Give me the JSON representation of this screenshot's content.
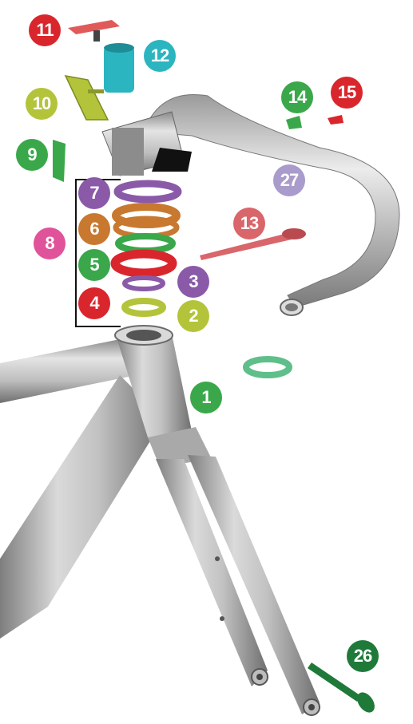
{
  "callouts": [
    {
      "label": "11",
      "color": "#d9262c",
      "part": "headset-top-bolt"
    },
    {
      "label": "12",
      "color": "#2bb5c0",
      "part": "expander-plug"
    },
    {
      "label": "10",
      "color": "#b3c43a",
      "part": "stem-clamp-bracket"
    },
    {
      "label": "9",
      "color": "#3aa84a",
      "part": "cable-guide-clip"
    },
    {
      "label": "7",
      "color": "#8a5aa8",
      "part": "top-spacer"
    },
    {
      "label": "6",
      "color": "#c8782f",
      "part": "cable-routing-spacer"
    },
    {
      "label": "8",
      "color": "#e0529a",
      "part": "headset-stack"
    },
    {
      "label": "5",
      "color": "#3aa84a",
      "part": "spacer-ring"
    },
    {
      "label": "4",
      "color": "#d9262c",
      "part": "headset-cover"
    },
    {
      "label": "3",
      "color": "#8a5aa8",
      "part": "compression-ring"
    },
    {
      "label": "2",
      "color": "#b3c43a",
      "part": "top-bearing"
    },
    {
      "label": "1",
      "color": "#3aa84a",
      "part": "frame"
    },
    {
      "label": "13",
      "color": "#d9666a",
      "part": "steerer-tube-insert"
    },
    {
      "label": "14",
      "color": "#3aa84a",
      "part": "mount-clip-left"
    },
    {
      "label": "15",
      "color": "#d9262c",
      "part": "mount-clip-right"
    },
    {
      "label": "27",
      "color": "#a99bcc",
      "part": "handlebar"
    },
    {
      "label": "26",
      "color": "#1f7a3a",
      "part": "thru-axle"
    }
  ],
  "colors": {
    "frame": "#b7b7b7",
    "frame_shade": "#8a8a8a",
    "frame_light": "#e2e2e2",
    "purple": "#8a5aa8",
    "orange": "#c8782f",
    "green": "#3aa84a",
    "red": "#d9262c",
    "lime": "#b3c43a",
    "teal": "#2bb5c0",
    "mint": "#5fbf8a",
    "dark_green": "#1f7a3a",
    "salmon": "#d9666a"
  }
}
